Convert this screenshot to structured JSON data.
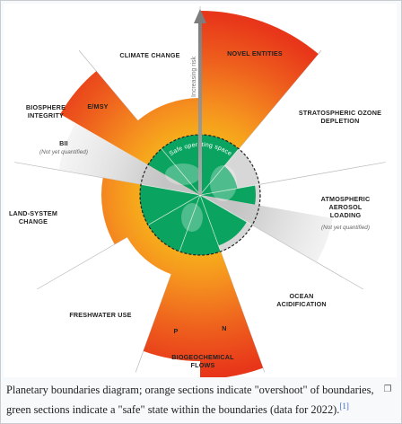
{
  "diagram": {
    "axis_label": "Increasing risk",
    "center_label": "Safe operating space",
    "boundaries": [
      {
        "id": "novel-entities",
        "lines": [
          "NOVEL ENTITIES"
        ],
        "sub": ""
      },
      {
        "id": "ozone",
        "lines": [
          "STRATOSPHERIC OZONE",
          "DEPLETION"
        ],
        "sub": ""
      },
      {
        "id": "aerosol",
        "lines": [
          "ATMOSPHERIC",
          "AEROSOL",
          "LOADING"
        ],
        "sub": "(Not yet quantified)"
      },
      {
        "id": "ocean",
        "lines": [
          "OCEAN",
          "ACIDIFICATION"
        ],
        "sub": ""
      },
      {
        "id": "biogeochemical",
        "lines": [
          "BIOGEOCHEMICAL",
          "FLOWS"
        ],
        "sub": ""
      },
      {
        "id": "freshwater",
        "lines": [
          "FRESHWATER USE"
        ],
        "sub": ""
      },
      {
        "id": "land-system",
        "lines": [
          "LAND-SYSTEM",
          "CHANGE"
        ],
        "sub": ""
      },
      {
        "id": "biosphere",
        "lines": [
          "BIOSPHERE",
          "INTEGRITY"
        ],
        "sub": ""
      },
      {
        "id": "climate",
        "lines": [
          "CLIMATE CHANGE"
        ],
        "sub": ""
      }
    ],
    "sublabels": {
      "emsy": "E/MSY",
      "bii": "BII",
      "bii_note": "(Not yet quantified)",
      "p": "P",
      "n": "N"
    }
  },
  "caption": {
    "text": "Planetary boundaries diagram; orange sections indicate \"overshoot\" of boundaries, green sections indicate a \"safe\" state within the boundaries (data for 2022).",
    "ref": "[1]"
  },
  "colors": {
    "overshoot_outer": "#ffd200",
    "overshoot_inner": "#e8431a",
    "safe": "#0aa35f",
    "unquantified": "#cfcfcf"
  }
}
